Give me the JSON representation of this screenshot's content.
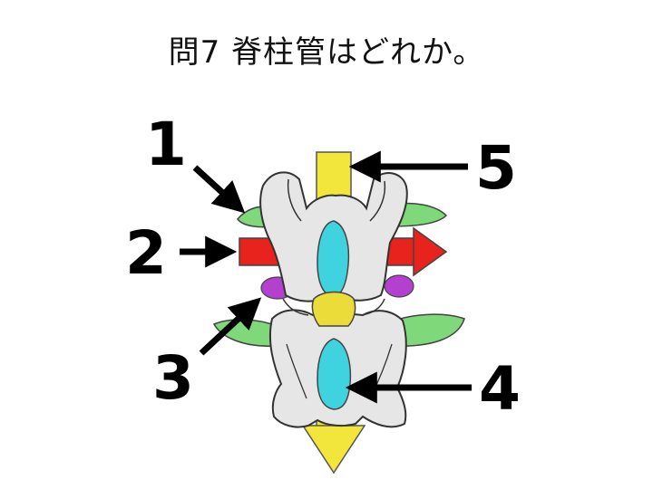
{
  "question": "問7 脊柱管はどれか。",
  "labels": [
    "1",
    "2",
    "3",
    "4",
    "5"
  ],
  "colors": {
    "bone": "#e6e6e6",
    "outline": "#333333",
    "green": "#7fd97a",
    "red": "#e8231d",
    "purple": "#b440d0",
    "cyan": "#3fd3df",
    "yellow": "#f3e63a",
    "disc_yellow": "#ecdc3a"
  }
}
